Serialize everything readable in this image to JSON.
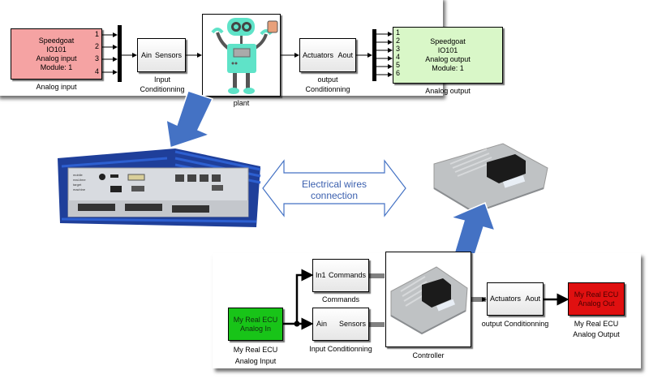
{
  "top_model": {
    "analog_input_block": {
      "lines": [
        "Speedgoat",
        "IO101",
        "Analog input",
        "Module: 1"
      ],
      "ports": [
        "1",
        "2",
        "3",
        "4"
      ],
      "label": "Analog input",
      "color": "#f5a3a3"
    },
    "input_conditioning": {
      "in_port": "Ain",
      "out_port": "Sensors",
      "label_lines": [
        "Input",
        "Conditionning"
      ]
    },
    "plant": {
      "label": "plant",
      "icon": "robot-icon"
    },
    "output_conditioning": {
      "in_port": "Actuators",
      "out_port": "Aout",
      "label_lines": [
        "output",
        "Conditionning"
      ]
    },
    "analog_output_block": {
      "lines": [
        "Speedgoat",
        "IO101",
        "Analog output",
        "Module: 1"
      ],
      "ports": [
        "1",
        "2",
        "3",
        "4",
        "5",
        "6"
      ],
      "label": "Analog output",
      "color": "#d9f7c8"
    }
  },
  "middle": {
    "target_machine_photo": "speedgoat-target-machine",
    "connection_label_lines": [
      "Electrical wires",
      "connection"
    ],
    "ecu_photo": "real-ecu-hardware",
    "arrow_color": "#4472c4"
  },
  "bottom_model": {
    "ecu_analog_in": {
      "lines": [
        "My Real ECU",
        "Analog In"
      ],
      "label_lines": [
        "My Real ECU",
        "Analog Input"
      ],
      "color": "#18c418"
    },
    "commands": {
      "in_port": "In1",
      "out_port": "Commands",
      "label": "Commands"
    },
    "input_conditioning": {
      "in_port": "Ain",
      "out_port": "Sensors",
      "label": "Input Conditionning"
    },
    "controller": {
      "label": "Controller"
    },
    "output_conditioning": {
      "in_port": "Actuators",
      "out_port": "Aout",
      "label": "output Conditionning"
    },
    "ecu_analog_out": {
      "lines": [
        "My Real ECU",
        "Analog Out"
      ],
      "label_lines": [
        "My Real ECU",
        "Analog Output"
      ],
      "color": "#e01010"
    }
  }
}
